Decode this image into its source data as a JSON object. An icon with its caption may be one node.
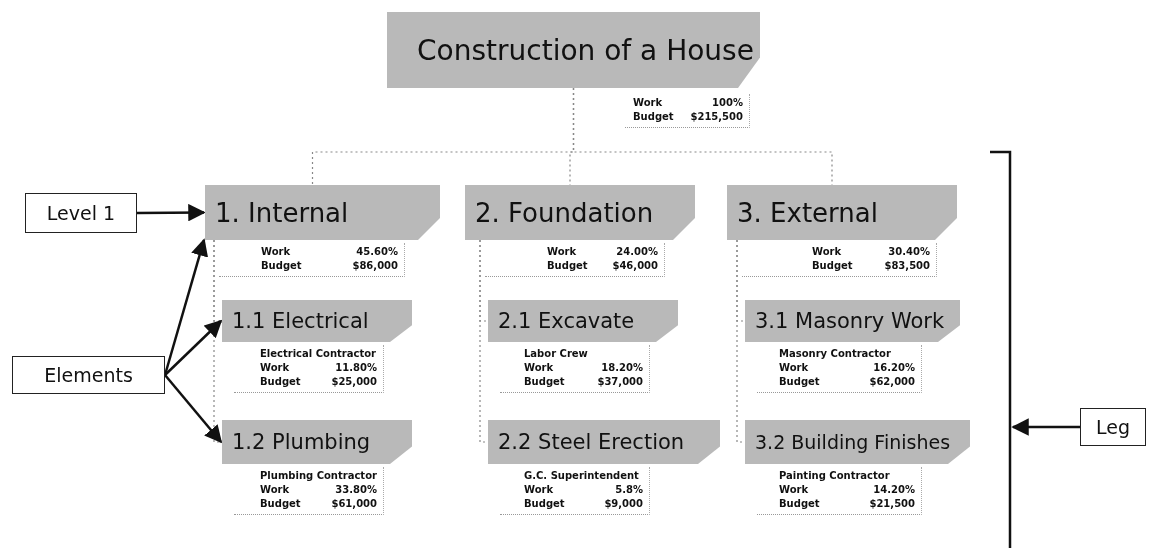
{
  "diagram": {
    "nodes": [
      {
        "text": [
          "Construction of a House",
          "Work",
          "100%",
          "Budget",
          "$215,500"
        ]
      },
      {
        "text": [
          "1. Internal",
          "Work",
          "45.60%",
          "Budget",
          "$86,000"
        ]
      },
      {
        "text": [
          "2. Foundation",
          "Work",
          "24.00%",
          "Budget",
          "$46,000"
        ]
      },
      {
        "text": [
          "3. External",
          "Work",
          "30.40%",
          "Budget",
          "$83,500"
        ]
      },
      {
        "text": [
          "1.1 Electrical",
          "Electrical Contractor",
          "Work",
          "11.80%",
          "Budget",
          "$25,000"
        ]
      },
      {
        "text": [
          "2.1 Excavate",
          "Labor Crew",
          "Work",
          "18.20%",
          "Budget",
          "$37,000"
        ]
      },
      {
        "text": [
          "3.1 Masonry Work",
          "Masonry Contractor",
          "Work",
          "16.20%",
          "Budget",
          "$62,000"
        ]
      },
      {
        "text": [
          "1.2 Plumbing",
          "Plumbing Contractor",
          "Work",
          "33.80%",
          "Budget",
          "$61,000"
        ]
      },
      {
        "text": [
          "2.2 Steel Erection",
          "G.C. Superintendent",
          "Work",
          "5.8%",
          "Budget",
          "$9,000"
        ]
      },
      {
        "text": [
          "3.2 Building Finishes",
          "Painting Contractor",
          "Work",
          "14.20%",
          "Budget",
          "$21,500"
        ]
      },
      {
        "text": [
          "Level 1"
        ]
      },
      {
        "text": [
          "Elements"
        ]
      },
      {
        "text": [
          "Leg"
        ]
      },
      {
        "text": [],
        "shape": "bracket"
      }
    ],
    "edges": [
      {
        "from": 0,
        "to": 1,
        "arrow": "none",
        "style": "dashed"
      },
      {
        "from": 0,
        "to": 2,
        "arrow": "none",
        "style": "dashed"
      },
      {
        "from": 0,
        "to": 3,
        "arrow": "none",
        "style": "dashed"
      },
      {
        "from": 1,
        "to": 4,
        "arrow": "none",
        "style": "dashed"
      },
      {
        "from": 1,
        "to": 7,
        "arrow": "none",
        "style": "dashed"
      },
      {
        "from": 2,
        "to": 5,
        "arrow": "none",
        "style": "dashed"
      },
      {
        "from": 2,
        "to": 8,
        "arrow": "none",
        "style": "dashed"
      },
      {
        "from": 3,
        "to": 6,
        "arrow": "none",
        "style": "dashed"
      },
      {
        "from": 3,
        "to": 9,
        "arrow": "none",
        "style": "dashed"
      },
      {
        "from": 10,
        "to": 1,
        "arrow": "to",
        "color": "#111111"
      },
      {
        "from": 11,
        "to": 1,
        "arrow": "to",
        "color": "#111111"
      },
      {
        "from": 11,
        "to": 4,
        "arrow": "to",
        "color": "#111111"
      },
      {
        "from": 11,
        "to": 7,
        "arrow": "to",
        "color": "#111111"
      },
      {
        "from": 12,
        "to": 13,
        "arrow": "to",
        "color": "#111111"
      }
    ]
  }
}
